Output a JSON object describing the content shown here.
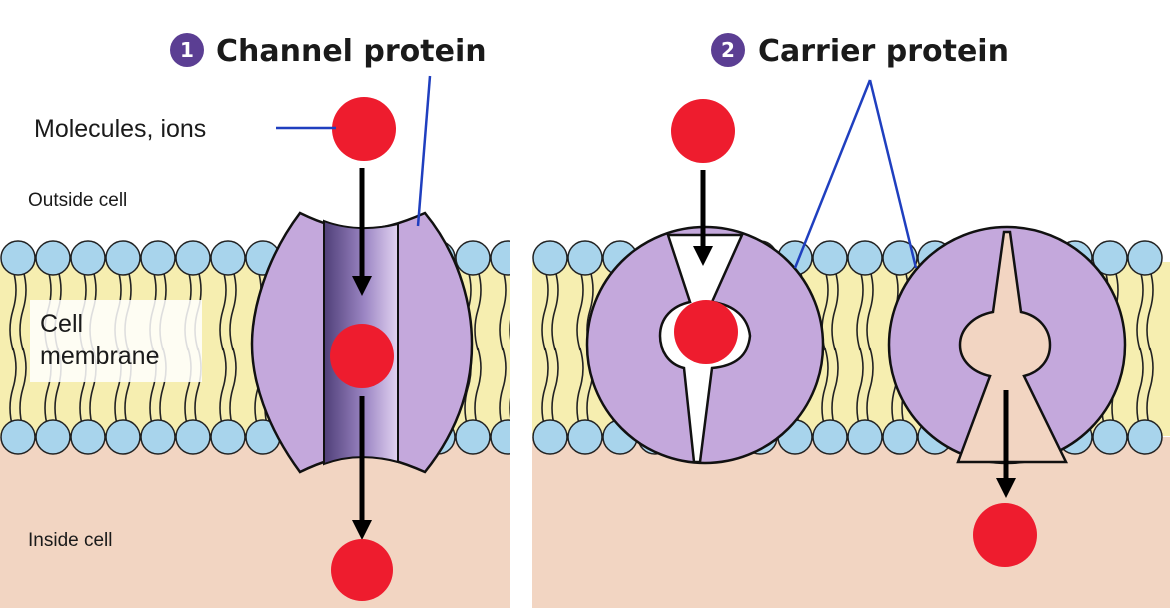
{
  "panel1": {
    "badge": "1",
    "title": "Channel protein",
    "molecules_label": "Molecules, ions",
    "outside_label": "Outside cell",
    "inside_label": "Inside cell",
    "membrane_label_line1": "Cell",
    "membrane_label_line2": "membrane"
  },
  "panel2": {
    "badge": "2",
    "title": "Carrier protein"
  },
  "colors": {
    "cytoplasm": "#f2d5c2",
    "phospholipid_head": "#a8d4ec",
    "lipid_tail": "#f6eeb0",
    "protein": "#c4a8dc",
    "molecule": "#ee1c2e",
    "leader_line": "#1f3fbf",
    "badge": "#5b3e93"
  }
}
